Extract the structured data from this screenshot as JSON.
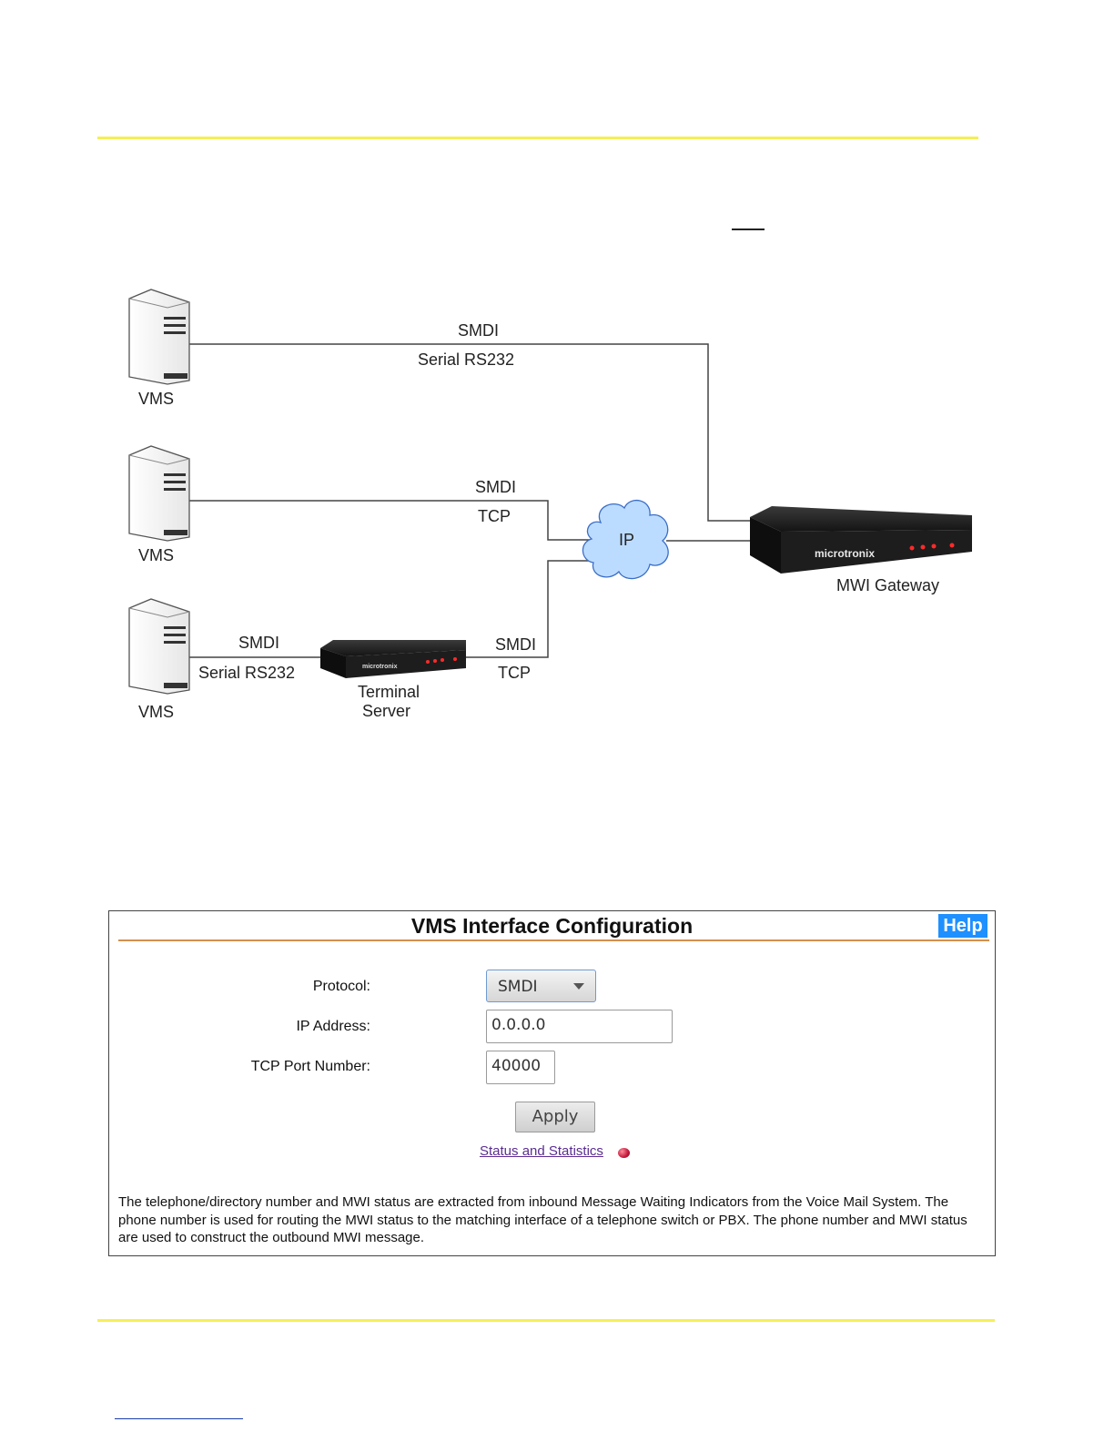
{
  "diagram": {
    "vms_labels": [
      "VMS",
      "VMS",
      "VMS"
    ],
    "link1": {
      "protocol": "SMDI",
      "transport": "Serial RS232"
    },
    "link2": {
      "protocol": "SMDI",
      "transport": "TCP"
    },
    "link3_serial": {
      "protocol": "SMDI",
      "transport": "Serial RS232"
    },
    "link3_tcp": {
      "protocol": "SMDI",
      "transport": "TCP"
    },
    "cloud_label": "IP",
    "terminal_server_label": [
      "Terminal",
      "Server"
    ],
    "gateway_label": "MWI Gateway",
    "gateway_brand": "microtronix",
    "terminal_brand": "microtronix",
    "colors": {
      "cloud_fill": "#bcdcff",
      "cloud_stroke": "#3a6ec8",
      "device_body": "#1d1d1d",
      "led": "#ff2a2a"
    }
  },
  "config": {
    "title": "VMS Interface Configuration",
    "help_label": "Help",
    "protocol_label": "Protocol:",
    "protocol_value": "SMDI",
    "ip_label": "IP Address:",
    "ip_value": "0.0.0.0",
    "port_label": "TCP Port Number:",
    "port_value": "40000",
    "apply_label": "Apply",
    "status_link": "Status and Statistics",
    "description": "The telephone/directory number and MWI status are extracted from inbound Message Waiting Indicators from the Voice Mail System. The phone number is used for routing the MWI status to the matching interface of a telephone switch or PBX. The phone number and MWI status are used to construct the outbound MWI message.",
    "colors": {
      "help_bg": "#1e90ff",
      "title_rule": "#d2914e",
      "select_border": "#6f9ad1",
      "link": "#5a2d90"
    }
  },
  "page": {
    "colors": {
      "rule": "#f5ef57",
      "footer_link": "#1a3ea8"
    }
  }
}
